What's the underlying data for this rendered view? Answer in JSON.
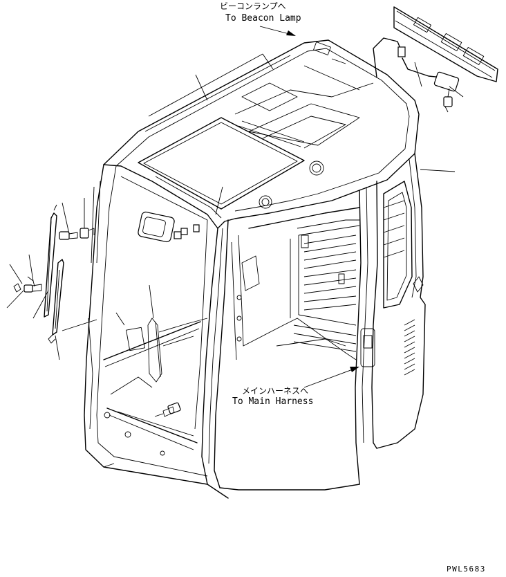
{
  "callouts": {
    "beacon_jp": "ビーコンランプへ",
    "beacon_en": "To Beacon Lamp",
    "harness_jp": "メインハーネスへ",
    "harness_en": "To Main Harness"
  },
  "figure_code": "PWL5683"
}
